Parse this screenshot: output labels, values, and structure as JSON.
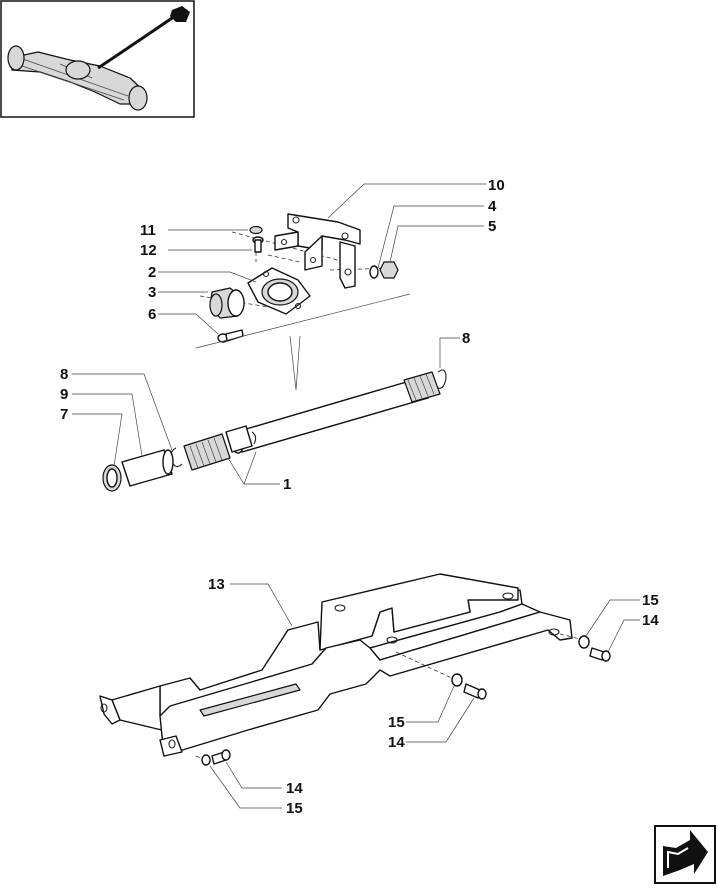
{
  "callouts": [
    {
      "id": "c10",
      "text": "10"
    },
    {
      "id": "c4",
      "text": "4"
    },
    {
      "id": "c5",
      "text": "5"
    },
    {
      "id": "c11",
      "text": "11"
    },
    {
      "id": "c12",
      "text": "12"
    },
    {
      "id": "c2",
      "text": "2"
    },
    {
      "id": "c3",
      "text": "3"
    },
    {
      "id": "c6",
      "text": "6"
    },
    {
      "id": "c8a",
      "text": "8"
    },
    {
      "id": "c8b",
      "text": "8"
    },
    {
      "id": "c9",
      "text": "9"
    },
    {
      "id": "c7",
      "text": "7"
    },
    {
      "id": "c1",
      "text": "1"
    },
    {
      "id": "c13",
      "text": "13"
    },
    {
      "id": "c15a",
      "text": "15"
    },
    {
      "id": "c14a",
      "text": "14"
    },
    {
      "id": "c15b",
      "text": "15"
    },
    {
      "id": "c14b",
      "text": "14"
    },
    {
      "id": "c14c",
      "text": "14"
    },
    {
      "id": "c15c",
      "text": "15"
    }
  ],
  "icons": {
    "thumbnail": "axle-assembly-thumbnail",
    "nav": "next-page-arrow-icon"
  }
}
